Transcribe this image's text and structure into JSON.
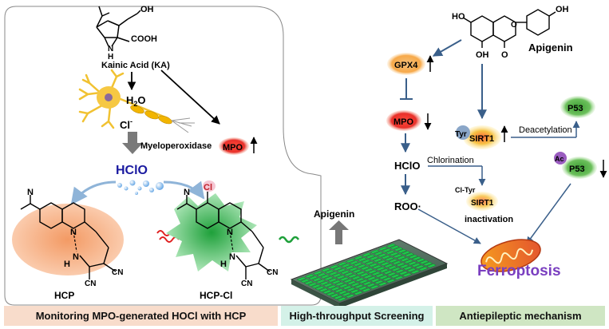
{
  "left_panel": {
    "compound": "Kainic Acid (KA)",
    "oh": "OH",
    "cooh": "COOH",
    "nh": "N",
    "nh_h": "H",
    "h2o2": "H",
    "h2o2_sub": "2",
    "h2o2_o": "O",
    "chloride": "Cl",
    "chloride_charge": "-",
    "enzyme": "Myeloperoxidase",
    "mpo": "MPO",
    "hclo": "HClO",
    "probe": "HCP",
    "probe_product": "HCP-Cl",
    "cl_sub": "Cl",
    "n_atoms": [
      "N",
      "N",
      "N",
      "N",
      "H"
    ],
    "cn": [
      "CN",
      "CN"
    ]
  },
  "screening": {
    "compound": "Apigenin"
  },
  "mechanism": {
    "compound": "Apigenin",
    "ho": "HO",
    "oh_top": "OH",
    "oh_bottom": "OH",
    "carbonyl": "O",
    "ring_o": "O",
    "gpx4": "GPX4",
    "mpo": "MPO",
    "hclo": "HClO",
    "roo": "ROO·",
    "chlorination": "Chlorination",
    "tyr": "Tyr",
    "sirt1": "SIRT1",
    "deacetylation": "Deacetylation",
    "p53_top": "P53",
    "ac": "Ac",
    "p53_bottom": "P53",
    "cl_tyr": "Cl-Tyr",
    "sirt1_inactive": "SIRT1",
    "inactivation": "inactivation",
    "ferroptosis": "Ferroptosis"
  },
  "captions": {
    "left": "Monitoring MPO-generated HOCl with HCP",
    "middle": "High-throughput Screening",
    "right": "Antiepileptic mechanism"
  },
  "colors": {
    "caption_left": "#f8dccb",
    "caption_mid": "#d4f1e8",
    "caption_right": "#cfe6c3",
    "mpo_red": "#e8302a",
    "gpx4_orange": "#f5a623",
    "sirt1_glow": "#f4c542",
    "p53_green": "#4caf3c",
    "ferroptosis_purple": "#7a3fc0",
    "hclo_blue": "#1a1aa0",
    "arrow_blue": "#3a5f8a",
    "hcp_orange": "#f4a070",
    "hcpcl_green": "#2fb84a"
  }
}
